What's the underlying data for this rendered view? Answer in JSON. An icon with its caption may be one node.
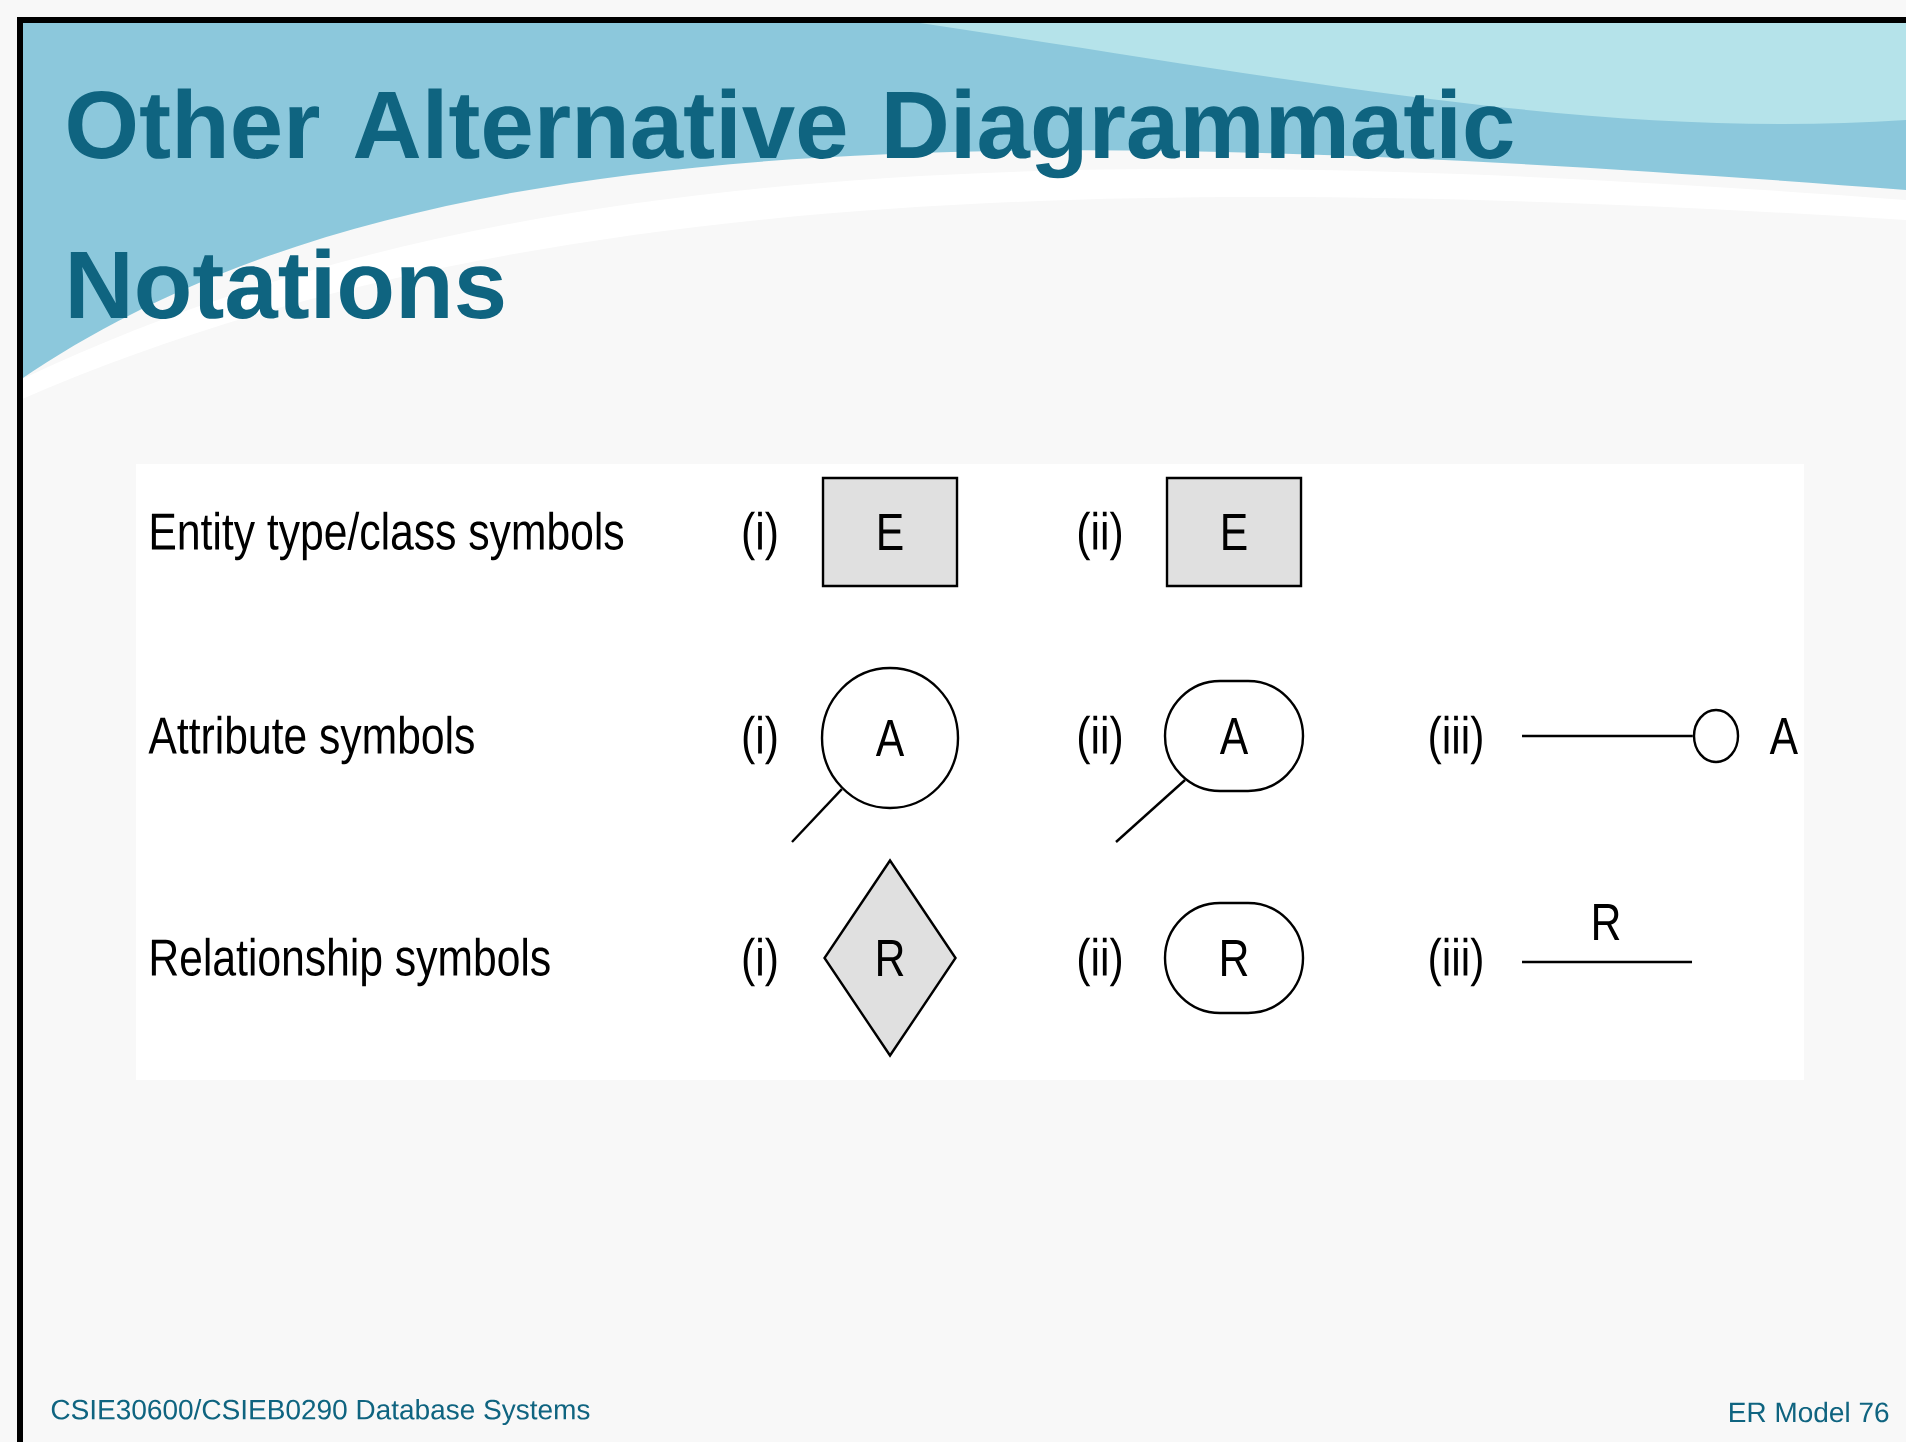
{
  "diagram": {
    "title": "Other Alternative Diagrammatic Notations",
    "nodes": [
      {
        "text": [
          "E"
        ]
      },
      {
        "text": [
          "E"
        ]
      },
      {
        "text": [
          "A"
        ]
      },
      {
        "text": [
          "A"
        ]
      },
      {
        "text": [],
        "shape": "circle",
        "beside": [
          "A"
        ]
      },
      {
        "text": [
          "R"
        ]
      },
      {
        "text": [
          "R"
        ]
      }
    ],
    "edges": [
      {
        "from": null,
        "to": 2,
        "arrow": "none"
      },
      {
        "from": null,
        "to": 3,
        "arrow": "none"
      },
      {
        "from": null,
        "to": 4,
        "arrow": "none"
      }
    ],
    "labels": [
      "Entity type/class symbols",
      "(i)",
      "(ii)",
      "Attribute symbols",
      "(i)",
      "(ii)",
      "(iii)",
      "Relationship symbols",
      "(i)",
      "(ii)",
      "(iii)",
      "R",
      "CSIE30600/CSIEB0290 Database Systems",
      "ER Model 76"
    ]
  }
}
